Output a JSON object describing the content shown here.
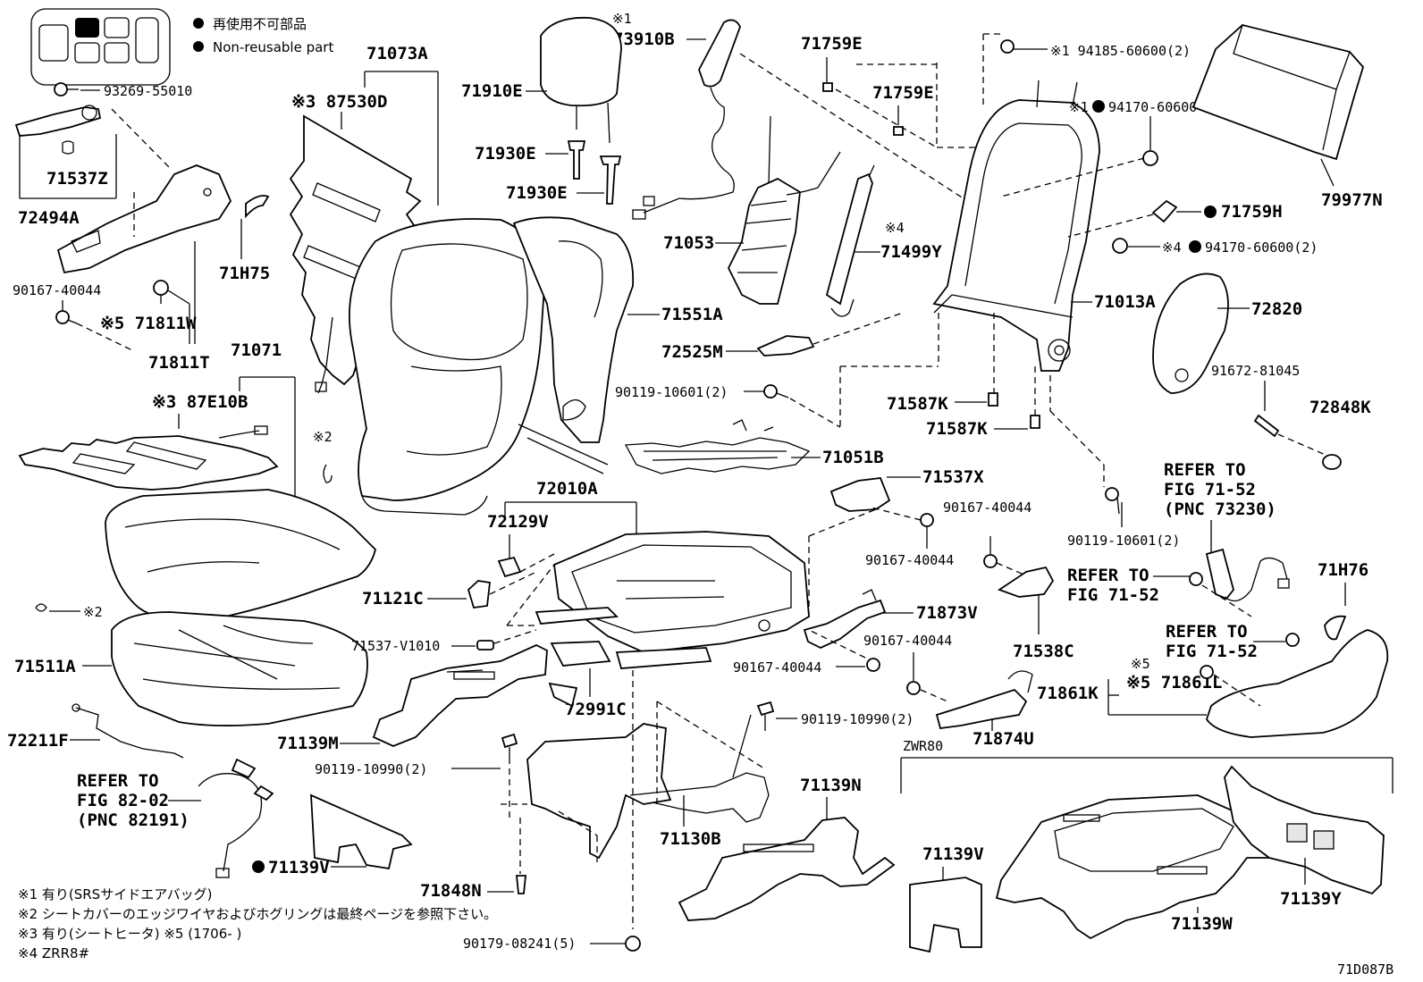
{
  "legend": {
    "line1": "再使用不可部品",
    "line2": "Non-reusable part"
  },
  "part_numbers": {
    "p93269": "93269-55010",
    "p71537z": "71537Z",
    "p72494a": "72494A",
    "p71h75": "71H75",
    "p90167a": "90167-40044",
    "p71811w": "※5 71811W",
    "p71811t": "71811T",
    "p71073a": "71073A",
    "p87530d": "※3 87530D",
    "p71071": "71071",
    "p87e10b": "※3 87E10B",
    "p_x2a": "※2",
    "p_x2b": "※2",
    "p71511a": "71511A",
    "p72211f": "72211F",
    "p73910b_note": "※1",
    "p73910b": "73910B",
    "p71910e": "71910E",
    "p71930e_a": "71930E",
    "p71930e_b": "71930E",
    "p71053": "71053",
    "p71759e_a": "71759E",
    "p71759e_b": "71759E",
    "p71499y_note": "※4",
    "p71499y": "71499Y",
    "p71551a": "71551A",
    "p72525m": "72525M",
    "p90119a": "90119-10601(2)",
    "p71051b": "71051B",
    "p72010a": "72010A",
    "p72129v": "72129V",
    "p71121c": "71121C",
    "p71537v": "71537-V1010",
    "p72991c": "72991C",
    "p71139m": "71139M",
    "p90119b": "90119-10990(2)",
    "p90119c": "90119-10990(2)",
    "p71130b": "71130B",
    "p71139n": "71139N",
    "p71139v_a": "71139V",
    "p71848n": "71848N",
    "p90179": "90179-08241(5)",
    "p94185": "※1 94185-60600(2)",
    "p94170a": "※1 94170-60600",
    "p79977n": "79977N",
    "p71759h": "71759H",
    "p94170b": "※4 94170-60600(2)",
    "p71013a": "71013A",
    "p72820": "72820",
    "p91672": "91672-81045",
    "p72848k": "72848K",
    "p71587k_a": "71587K",
    "p71587k_b": "71587K",
    "p71537x": "71537X",
    "p90167b": "90167-40044",
    "p90167c": "90167-40044",
    "p90167d": "90167-40044",
    "p90167e": "90167-40044",
    "p90119d": "90119-10601(2)",
    "p71538c": "71538C",
    "p71873v": "71873V",
    "p71874u": "71874U",
    "p71861l": "※5 71861L",
    "p71861k": "71861K",
    "p71h76": "71H76",
    "p71139v_b": "71139V",
    "p71139w": "71139W",
    "p71139y": "71139Y",
    "zwr80": "ZWR80",
    "diagram_id": "71D087B"
  },
  "refer_notes": {
    "r1": [
      "REFER TO",
      "FIG 71-52",
      "(PNC 73230)"
    ],
    "r2": [
      "REFER TO",
      "FIG 71-52"
    ],
    "r3": [
      "REFER TO",
      "FIG 71-52"
    ],
    "r4": [
      "REFER TO",
      "FIG 82-02",
      "(PNC 82191)"
    ]
  },
  "footnotes": [
    "※1 有り(SRSサイドエアバッグ)",
    "※2 シートカバーのエッジワイヤおよびホグリングは最終ページを参照下さい。",
    "※3 有り(シートヒータ) ※5 (1706- )",
    "※4 ZRR8#"
  ]
}
